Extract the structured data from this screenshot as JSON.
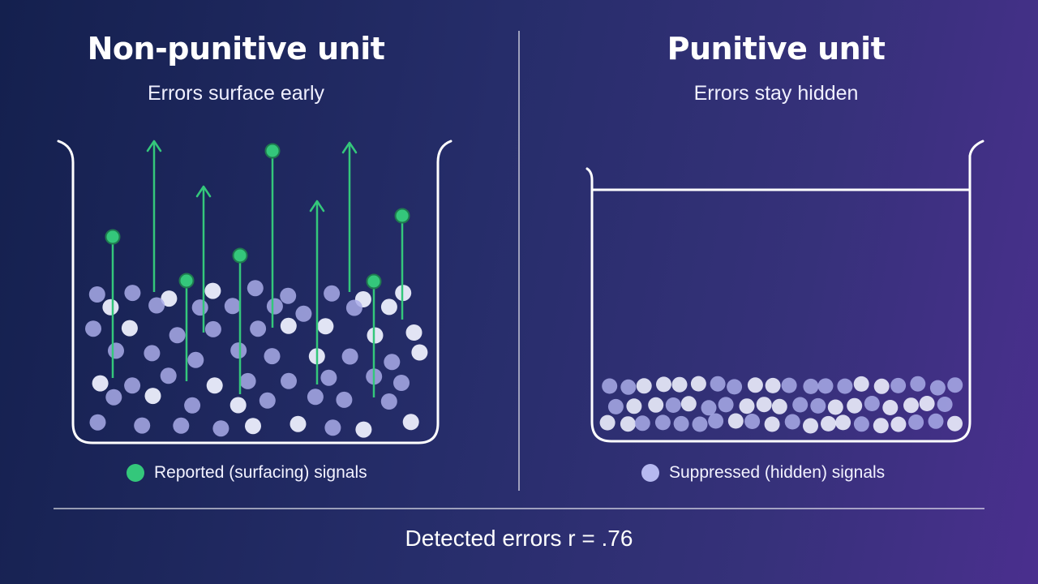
{
  "left_panel": {
    "title": "Non-punitive unit",
    "subtitle": "Errors surface early",
    "legend_label": "Reported (surfacing) signals",
    "legend_color": "#34c77b"
  },
  "right_panel": {
    "title": "Punitive unit",
    "subtitle": "Errors stay hidden",
    "legend_label": "Suppressed (hidden) signals",
    "legend_color": "#b6b9f0"
  },
  "footer": {
    "text": "Detected errors r = .76"
  },
  "colors": {
    "reported": "#34c77b",
    "suppressed": "#a9abe8",
    "suppressed_light": "#eceefc",
    "container_stroke": "#ffffff"
  }
}
